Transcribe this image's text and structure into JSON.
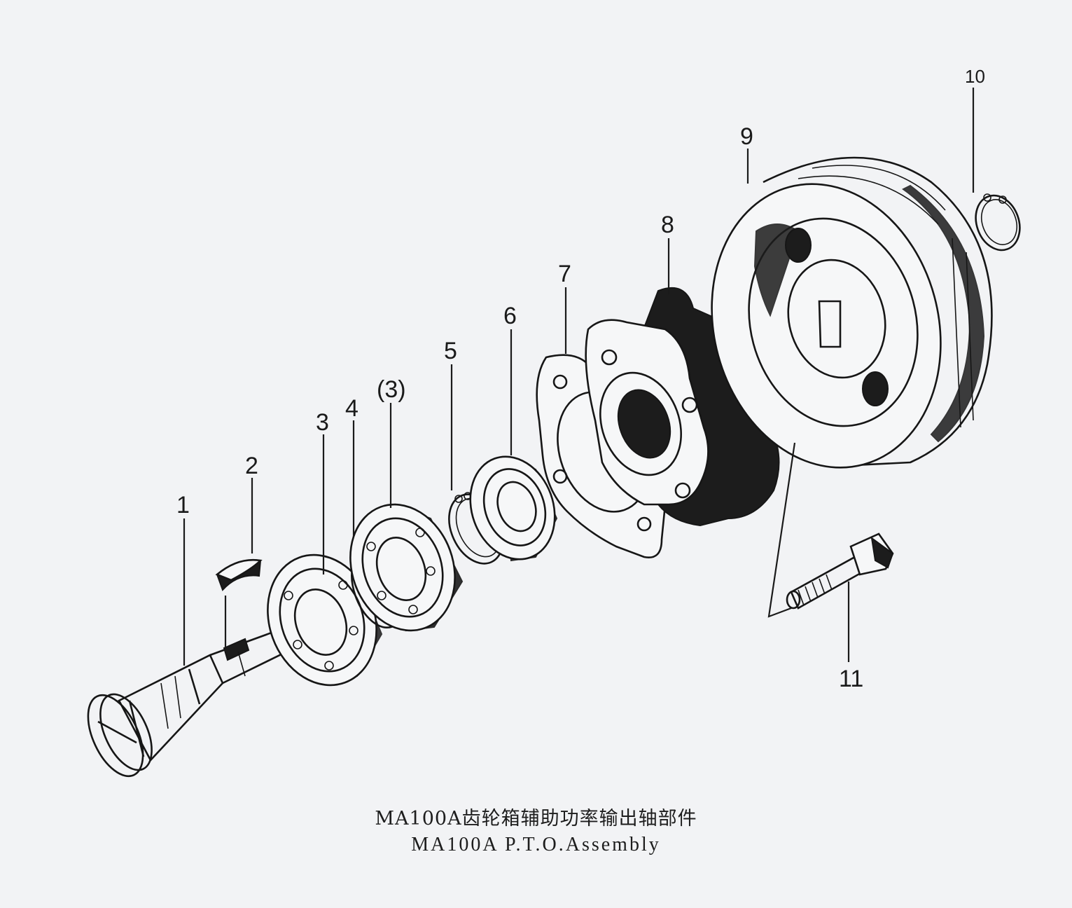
{
  "title_cn": "MA100A齿轮箱辅助功率输出轴部件",
  "title_en": "MA100A P.T.O.Assembly",
  "part_labels": [
    "1",
    "2",
    "3",
    "4",
    "(3)",
    "5",
    "6",
    "7",
    "8",
    "9",
    "10",
    "11"
  ],
  "colors": {
    "ink": "#161616",
    "paper": "#f2f3f5"
  }
}
